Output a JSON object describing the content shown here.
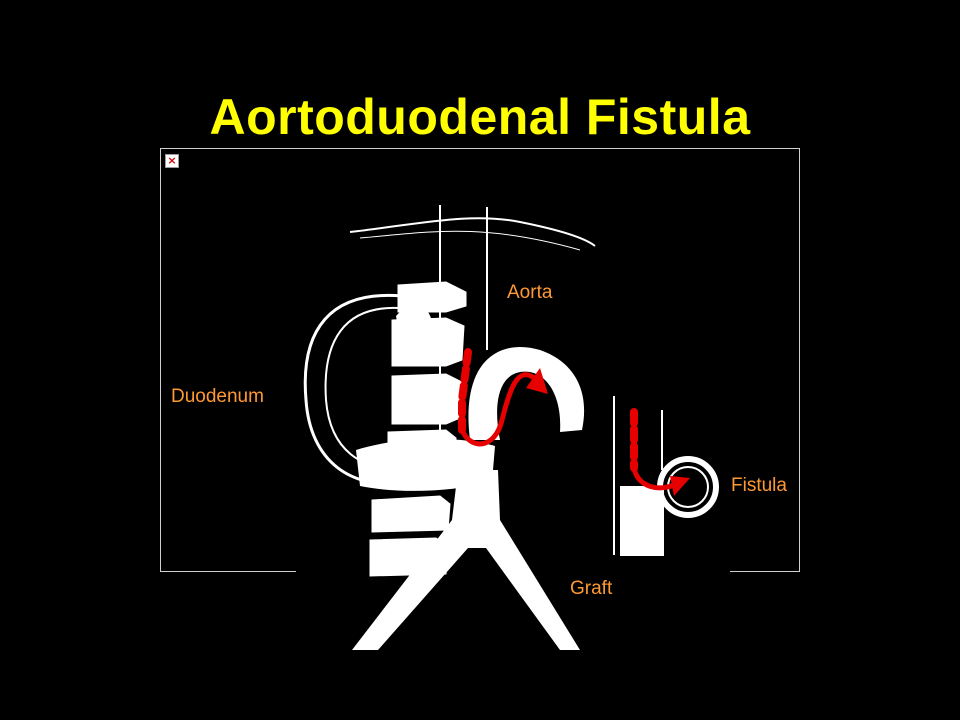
{
  "slide": {
    "title": "Aortoduodenal Fistula"
  },
  "labels": {
    "aorta": "Aorta",
    "duodenum": "Duodenum",
    "fistula": "Fistula",
    "graft": "Graft"
  },
  "icons": {
    "broken_image": "broken-image-icon",
    "broken_image_glyph": "×"
  },
  "colors": {
    "background": "#000000",
    "title": "#ffff00",
    "label": "#ff9933",
    "flow_arrow": "#e60000",
    "line_art": "#ffffff"
  }
}
